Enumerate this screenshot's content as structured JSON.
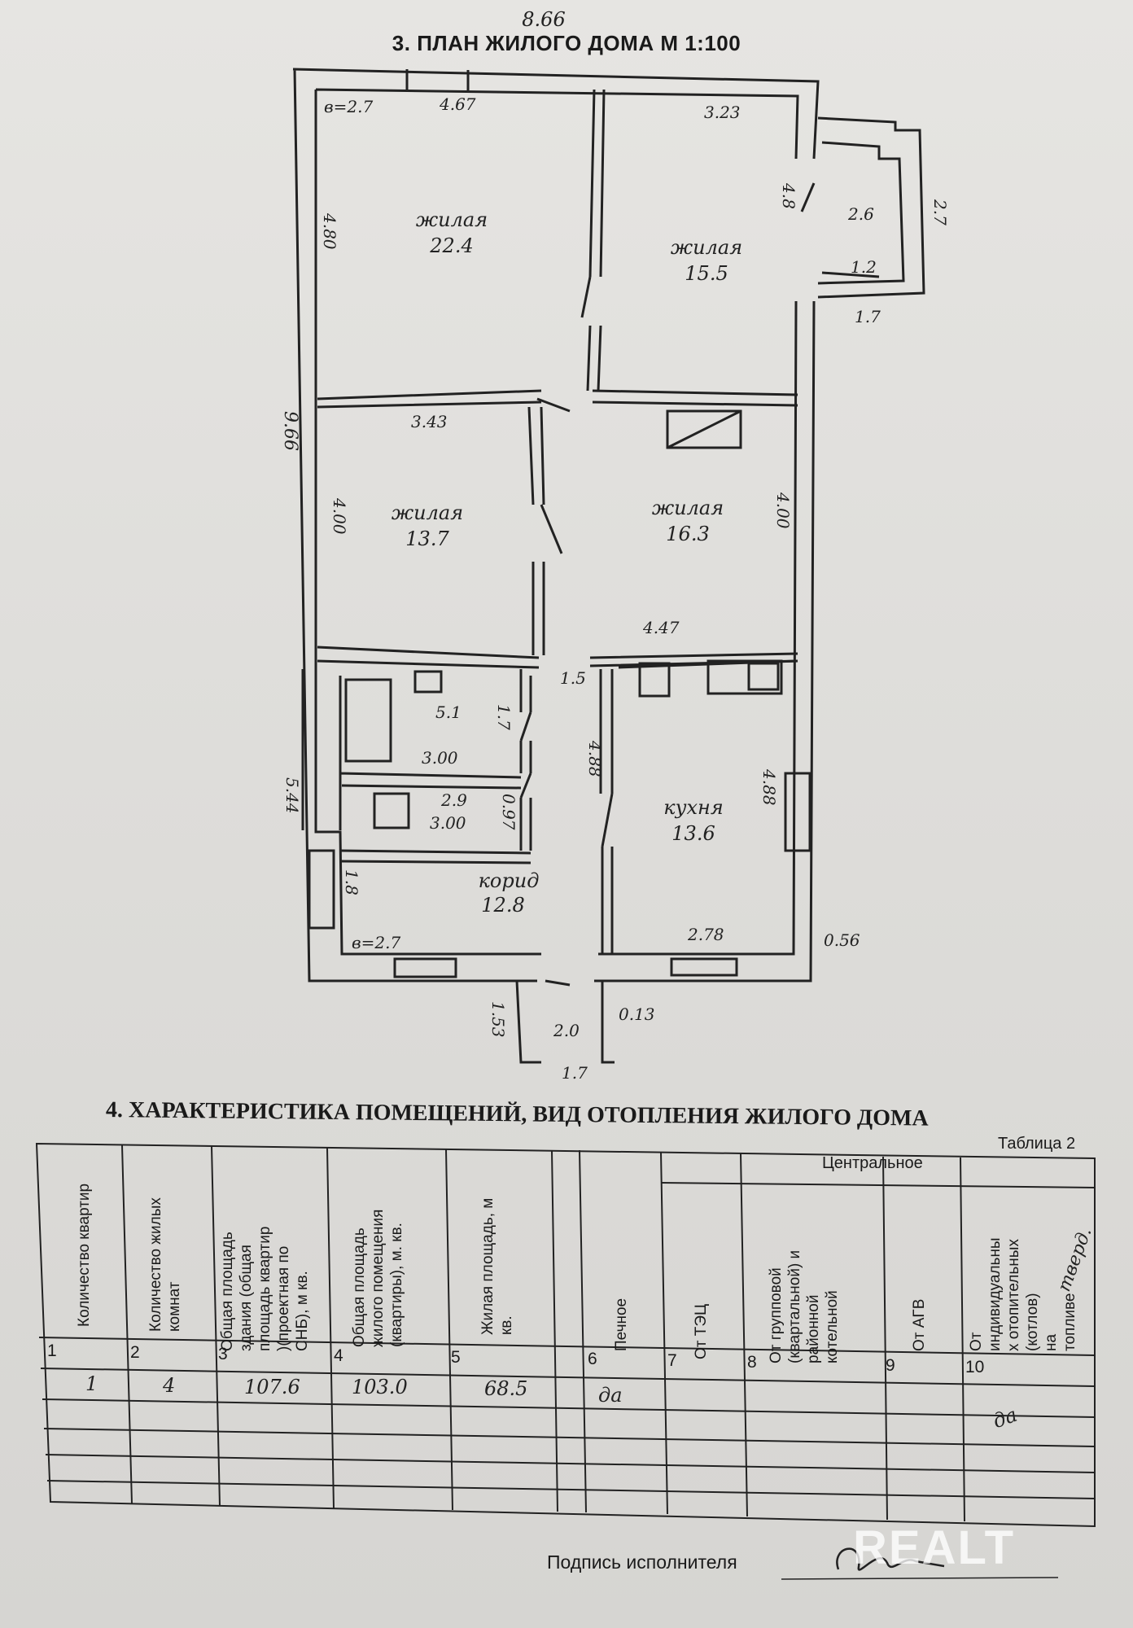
{
  "plan": {
    "title": "3. ПЛАН ЖИЛОГО ДОМА М 1:100",
    "overall_width": "8.66",
    "overall_height": "9.66",
    "rooms": [
      {
        "name": "жилая",
        "area": "22.4"
      },
      {
        "name": "жилая",
        "area": "15.5"
      },
      {
        "name": "жилая",
        "area": "13.7"
      },
      {
        "name": "жилая",
        "area": "16.3"
      },
      {
        "name": "кухня",
        "area": "13.6"
      },
      {
        "name": "корид",
        "area": "12.8"
      }
    ],
    "dims": {
      "h1": "в=2.7",
      "d467": "4.67",
      "d323": "3.23",
      "d480": "4.80",
      "d48": "4.8",
      "d26": "2.6",
      "d27": "2.7",
      "d12": "1.2",
      "d17a": "1.7",
      "d343": "3.43",
      "d400a": "4.00",
      "d400b": "4.00",
      "d447": "4.47",
      "d15": "1.5",
      "d51": "5.1",
      "d17b": "1.7",
      "d300a": "3.00",
      "d29": "2.9",
      "d300b": "3.00",
      "d097": "0.97",
      "d544": "5.44",
      "d488a": "4.88",
      "d488b": "4.88",
      "d18": "1.8",
      "h2": "в=2.7",
      "d278": "2.78",
      "d056": "0.56",
      "d153": "1.53",
      "d20": "2.0",
      "d013": "0.13",
      "d17c": "1.7"
    }
  },
  "section4": {
    "title": "4. ХАРАКТЕРИСТИКА ПОМЕЩЕНИЙ, ВИД ОТОПЛЕНИЯ ЖИЛОГО ДОМА",
    "table_label": "Таблица 2",
    "group_header": "Центральное",
    "columns": [
      "Количество квартир",
      "Количество жилых\nкомнат",
      "Общая площадь\nздания (общая\nплощадь квартир\n)(проектная по\nСНБ), м кв.",
      "Общая площадь\nжилого помещения\n(квартиры), м. кв.",
      "Жилая площадь, м\nкв.",
      "Печное",
      "От ТЭЦ",
      "От групповой\n(квартальной) и\nрайонной\nкотельной",
      "От АГВ",
      "От\nиндивидуальны\nх отопительных\n(котлов)\nна\nтопливе"
    ],
    "fuel_handwritten": "тверд.",
    "column_numbers": [
      "1",
      "2",
      "3",
      "4",
      "5",
      "6",
      "7",
      "8",
      "9",
      "10"
    ],
    "row": [
      "1",
      "4",
      "107.6",
      "103.0",
      "68.5",
      "да",
      "",
      "",
      "",
      "да"
    ]
  },
  "footer": {
    "signature_label": "Подпись исполнителя",
    "watermark": "REALT"
  }
}
